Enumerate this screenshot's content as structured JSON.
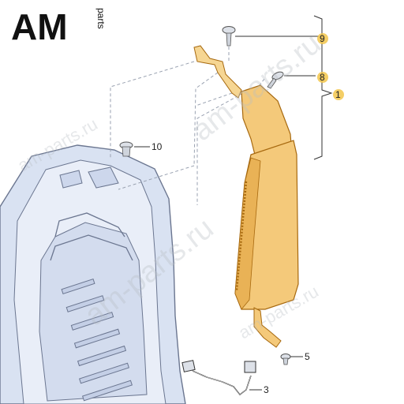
{
  "logo": {
    "letters": "AM",
    "subtext": "parts"
  },
  "watermarks": [
    "am-parts.ru",
    "am-parts.ru",
    "am-parts.ru",
    "am-parts.ru"
  ],
  "callouts": {
    "assembly": "1",
    "wiring": "3",
    "screw_lower": "5",
    "screw_upper": "8",
    "screw_top": "9",
    "clip": "10"
  },
  "colors": {
    "frame_fill": "#d9e2f2",
    "frame_stroke": "#6b7690",
    "airbag_fill": "#f4c97a",
    "airbag_stroke": "#a7690f",
    "callout_highlight": "#f2c54b"
  }
}
